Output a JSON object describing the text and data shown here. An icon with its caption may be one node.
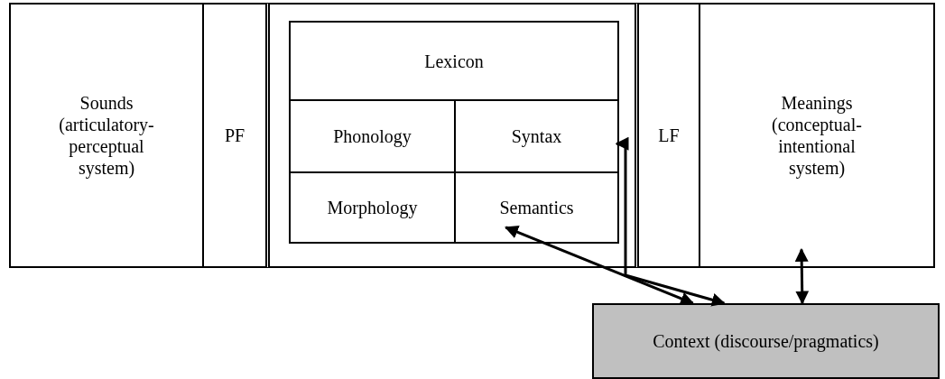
{
  "diagram": {
    "nodes": [
      {
        "text": [
          "Sounds (articulatory-perceptual system)"
        ]
      },
      {
        "text": [
          "PF"
        ]
      },
      {
        "text": [],
        "shape": "box"
      },
      {
        "text": [
          "Lexicon"
        ],
        "in": 2
      },
      {
        "text": [
          "Phonology"
        ],
        "in": 2
      },
      {
        "text": [
          "Syntax"
        ],
        "in": 2
      },
      {
        "text": [
          "Morphology"
        ],
        "in": 2
      },
      {
        "text": [
          "Semantics"
        ],
        "in": 2
      },
      {
        "text": [
          "LF"
        ]
      },
      {
        "text": [
          "Meanings (conceptual-intentional system)"
        ]
      },
      {
        "text": [
          "Context (discourse/pragmatics)"
        ]
      }
    ],
    "edges": [
      {
        "from": 7,
        "to": 10,
        "arrow": "both"
      },
      {
        "from": 5,
        "to": 10,
        "arrow": "both"
      },
      {
        "from": 9,
        "to": 10,
        "arrow": "both"
      }
    ]
  }
}
